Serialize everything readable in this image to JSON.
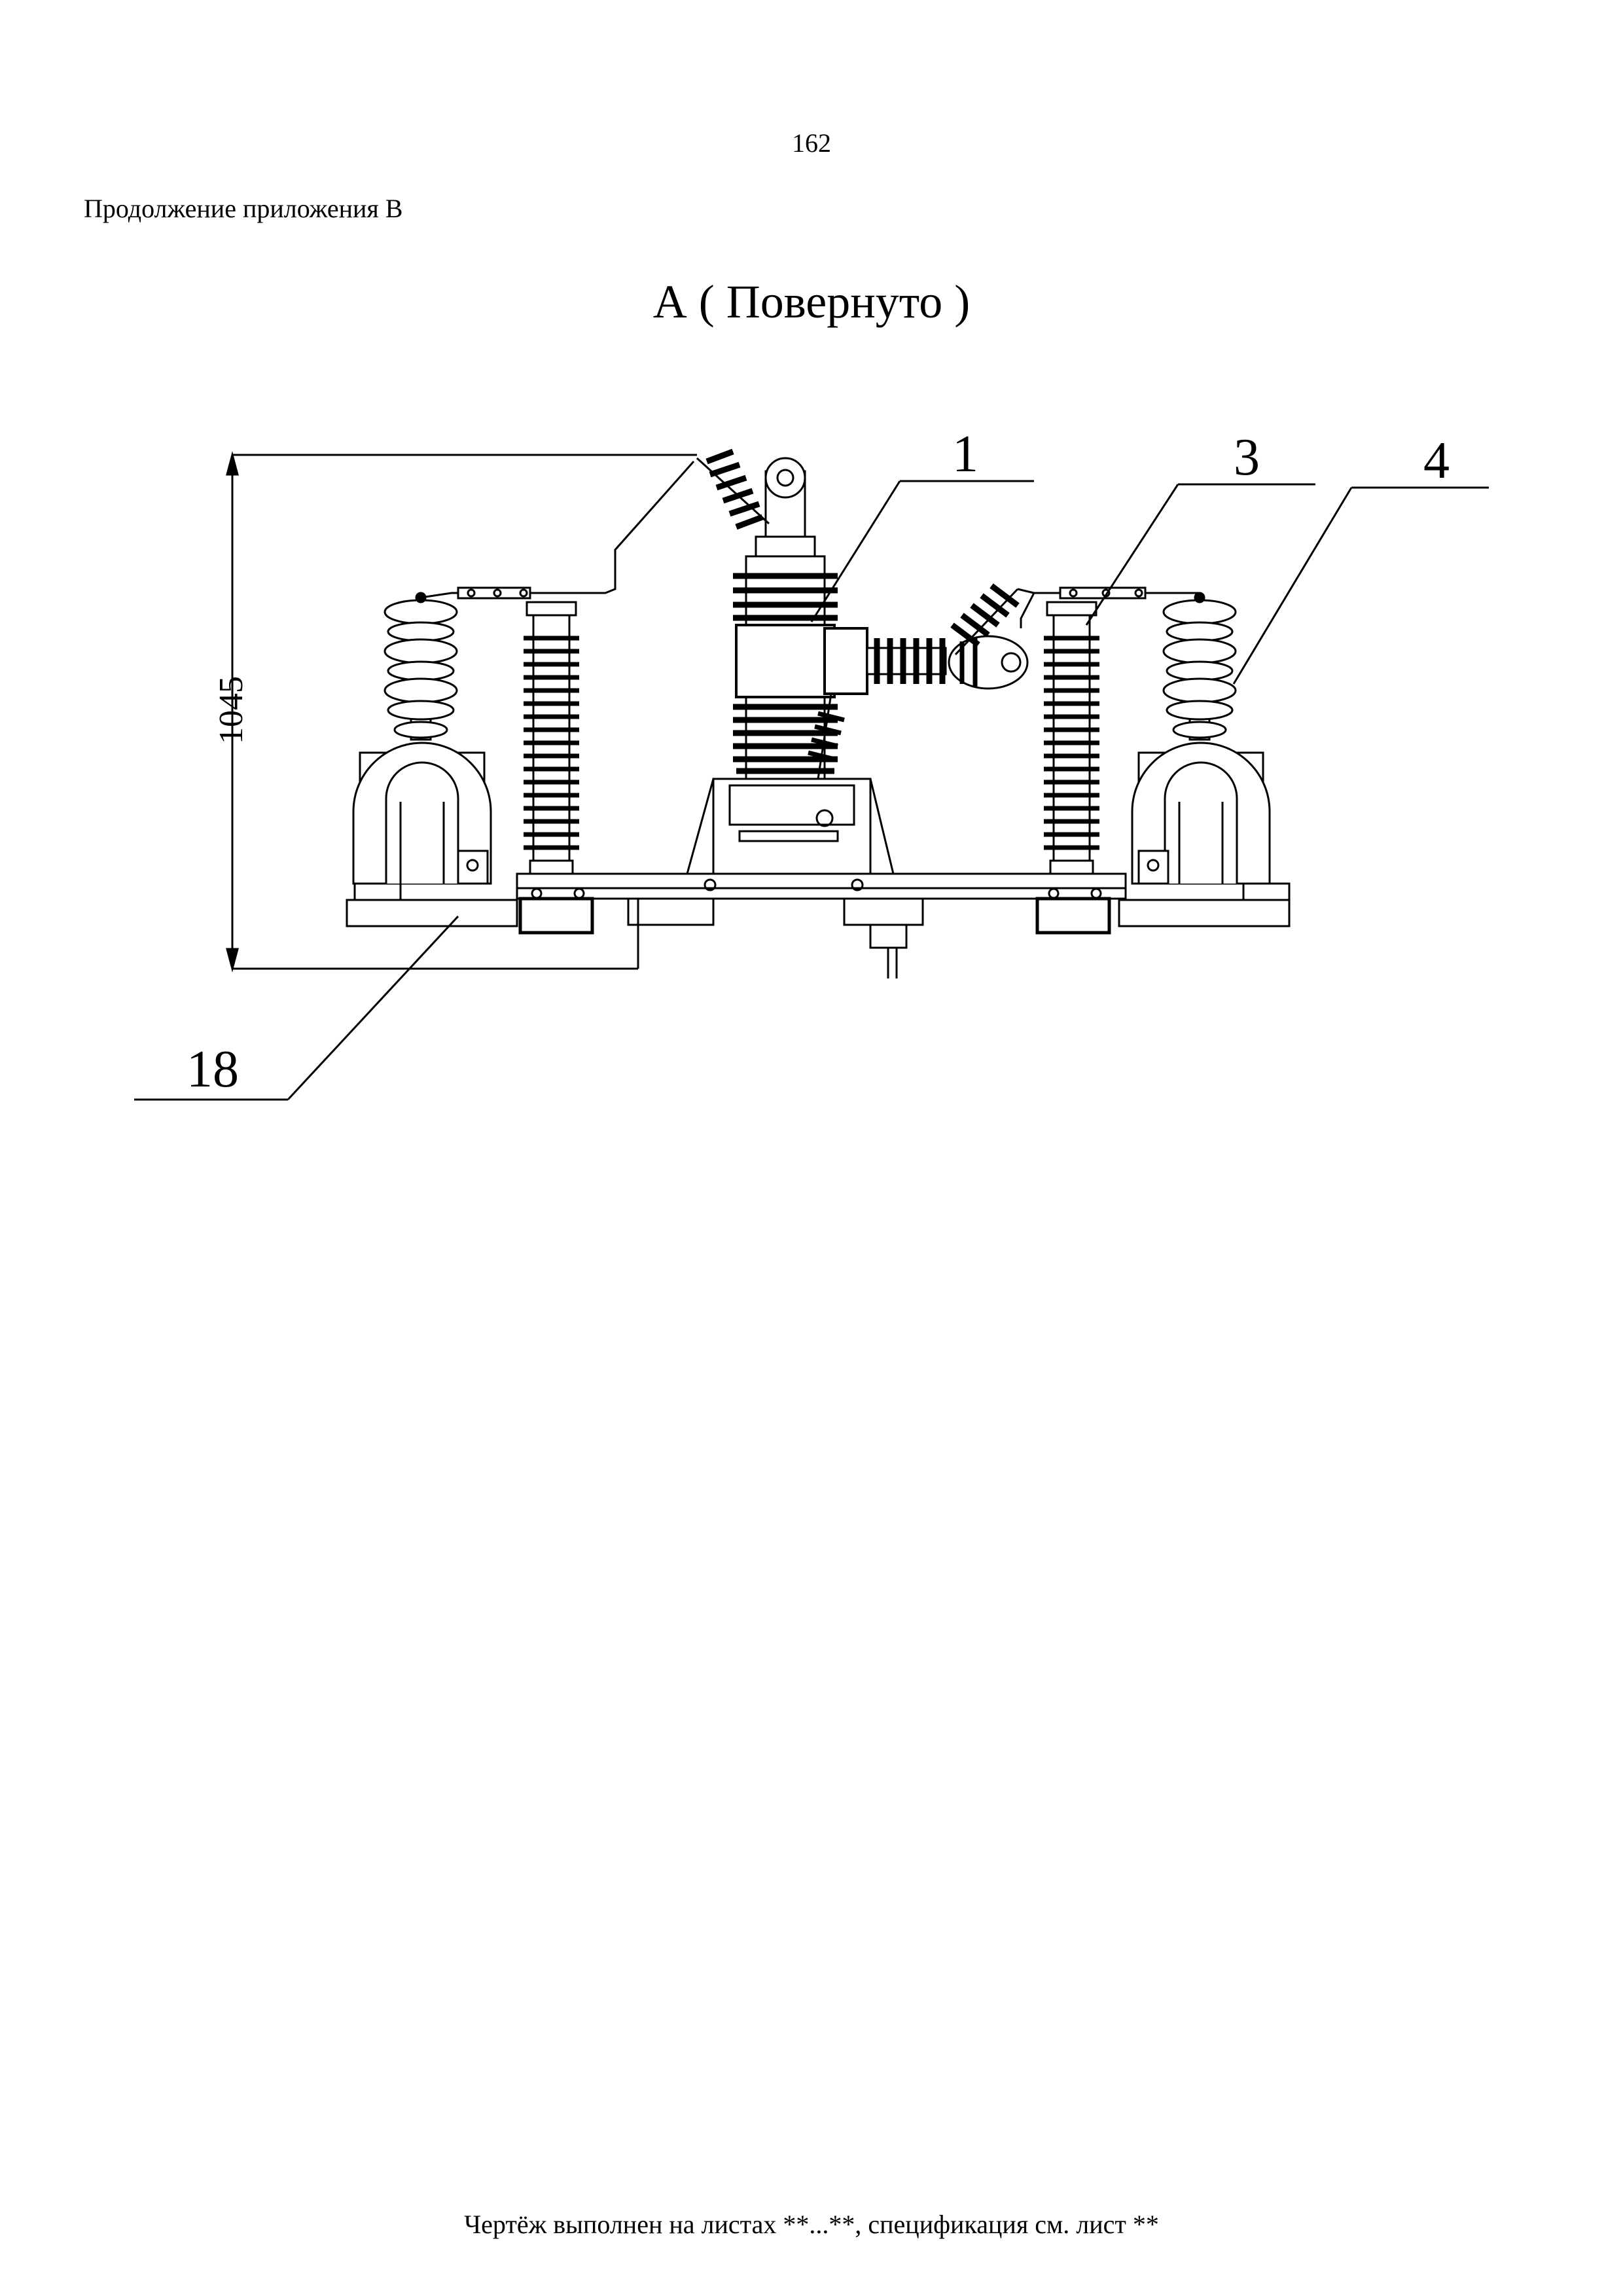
{
  "page": {
    "number": "162",
    "appendix_note": "Продолжение приложения В",
    "view_title": "А ( Повернуто )",
    "footer_note": "Чертёж выполнен на листах **...**, спецификация см. лист **"
  },
  "drawing": {
    "dimension_value": "1045",
    "callouts": [
      {
        "id": "1",
        "label": "1"
      },
      {
        "id": "3",
        "label": "3"
      },
      {
        "id": "4",
        "label": "4"
      },
      {
        "id": "18",
        "label": "18"
      }
    ]
  }
}
